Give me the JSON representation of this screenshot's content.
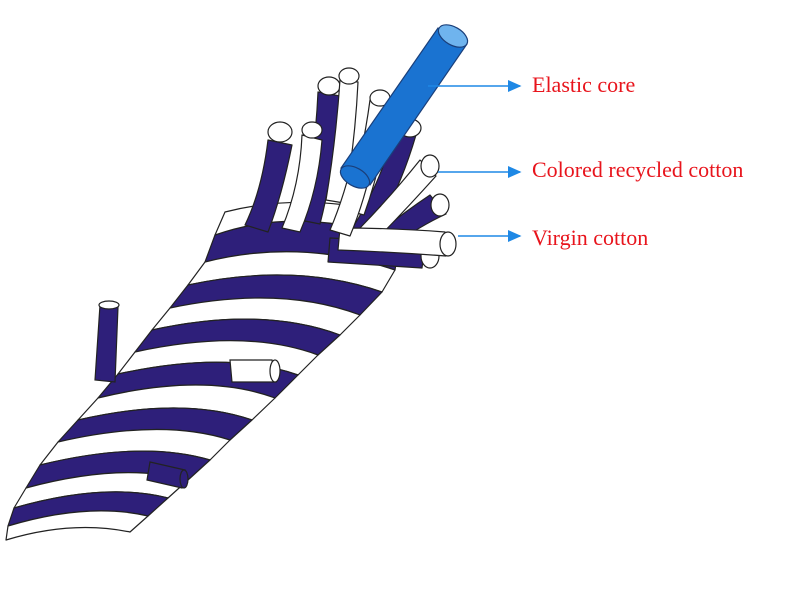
{
  "labels": {
    "elastic_core": "Elastic core",
    "colored_recycled_cotton": "Colored recycled cotton",
    "virgin_cotton": "Virgin cotton"
  },
  "colors": {
    "label_text": "#e8141c",
    "arrow": "#1e88e5",
    "colored_cotton_fiber": "#2e1f7a",
    "virgin_cotton_fiber": "#ffffff",
    "elastic_core": "#1a73d1",
    "outline": "#222222"
  }
}
